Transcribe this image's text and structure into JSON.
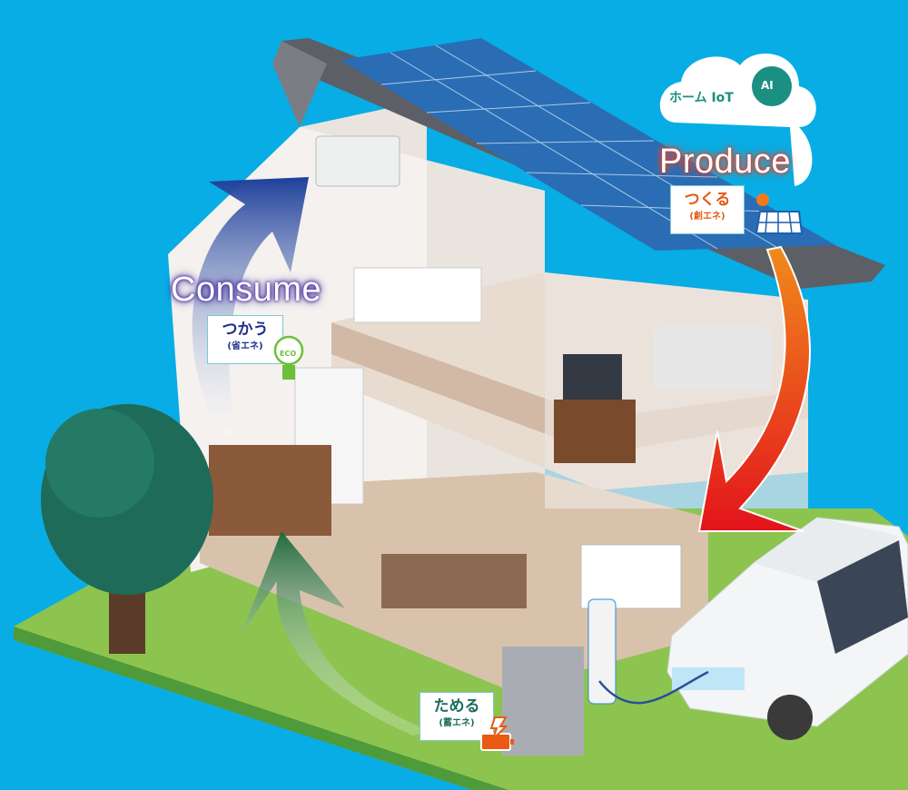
{
  "labels": {
    "consume": {
      "title": "Consume",
      "main": "つかう",
      "sub": "(省エネ)",
      "icon": "eco-bulb-icon"
    },
    "produce": {
      "title": "Produce",
      "main": "つくる",
      "sub": "(創エネ)",
      "icon": "solar-panel-icon"
    },
    "store": {
      "main": "ためる",
      "sub": "(蓄エネ)",
      "icon": "battery-charge-icon"
    },
    "iot": {
      "text": "ホーム IoT",
      "icon_text": "AI",
      "icon": "ai-head-icon"
    }
  },
  "colors": {
    "sky": "#07ade4",
    "consume_arrow": "#1d3f9a",
    "produce_arrow": "#e8401c",
    "store_arrow": "#1e6a3a",
    "consume_text": "#1d2f8a",
    "produce_text": "#e25a12",
    "store_text": "#1a6e5c"
  }
}
